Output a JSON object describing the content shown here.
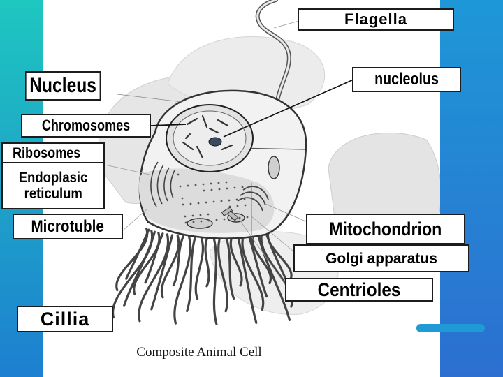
{
  "theme": {
    "left_band_top": "#1ec7c0",
    "left_band_bottom": "#1d7fd0",
    "right_band_top": "#1e97d7",
    "right_band_bottom": "#2c6fd0",
    "accent_bar": "#1e9ad6"
  },
  "labels": {
    "flagella": "Flagella",
    "nucleus": "Nucleus",
    "nucleolus": "nucleolus",
    "chromosomes": "Chromosomes",
    "ribosomes": "Ribosomes",
    "er_line1": "Endoplasic",
    "er_line2": "reticulum",
    "microtuble": "Microtuble",
    "mitochondrion": "Mitochondrion",
    "golgi": "Golgi apparatus",
    "centrioles": "Centrioles",
    "cillia": "Cillia"
  },
  "caption": "Composite Animal Cell"
}
